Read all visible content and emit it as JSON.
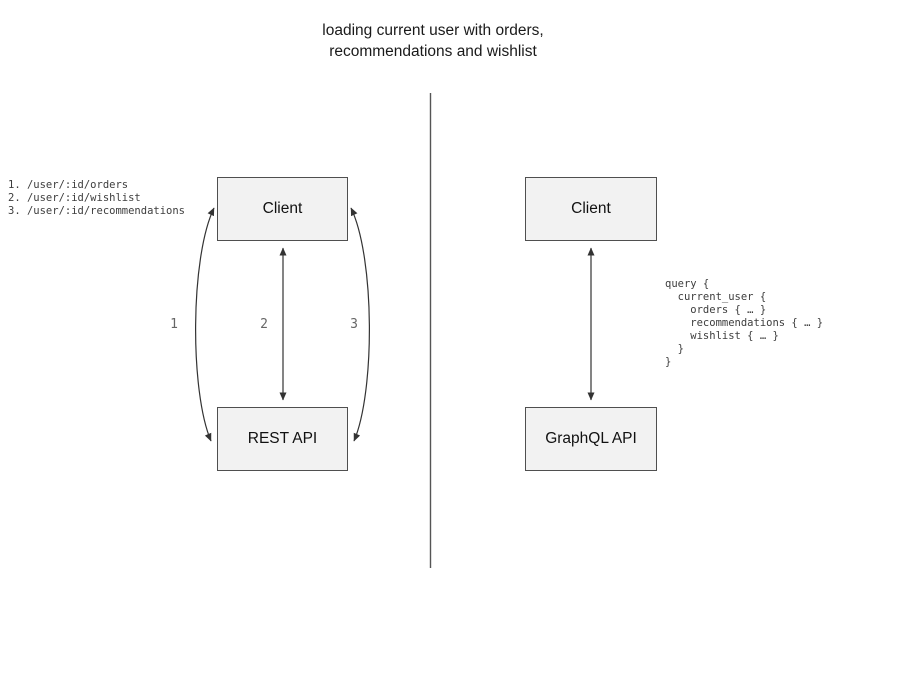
{
  "title": {
    "line1": "loading current user with orders,",
    "line2": "recommendations and wishlist"
  },
  "rest_panel": {
    "client_label": "Client",
    "api_label": "REST API",
    "endpoints": [
      "1. /user/:id/orders",
      "2. /user/:id/wishlist",
      "3. /user/:id/recommendations"
    ],
    "arrow_labels": [
      "1",
      "2",
      "3"
    ]
  },
  "graphql_panel": {
    "client_label": "Client",
    "api_label": "GraphQL API",
    "query_lines": [
      "query {",
      "  current_user {",
      "    orders { … }",
      "    recommendations { … }",
      "    wishlist { … }",
      "  }",
      "}"
    ]
  },
  "colors": {
    "box_fill": "#f2f2f2",
    "box_border": "#4f4f4f",
    "arrow": "#333333",
    "divider": "#555555",
    "number_label": "#666666",
    "code_text": "#3d3d3d"
  }
}
